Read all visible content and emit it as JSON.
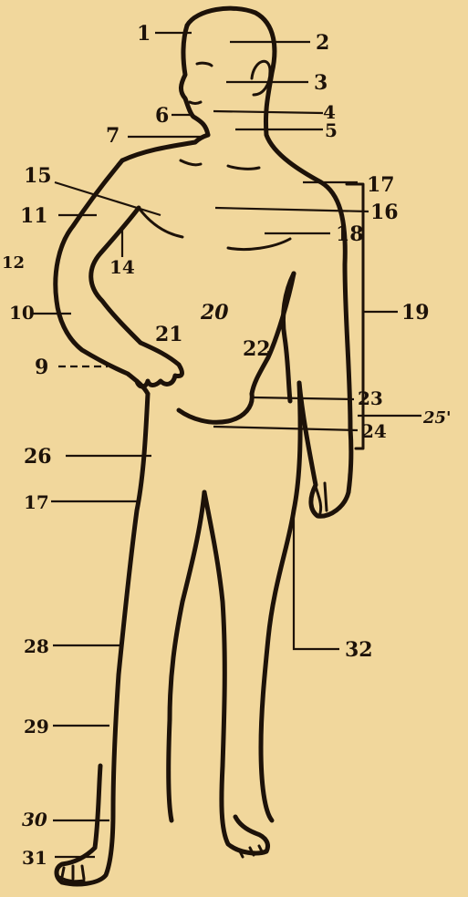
{
  "figure": {
    "background": "#f1d79c",
    "ink": "#1d1209",
    "subject": "standing-male-figure-outline",
    "callouts": [
      {
        "id": "c1",
        "label": "1"
      },
      {
        "id": "c2",
        "label": "2"
      },
      {
        "id": "c3",
        "label": "3"
      },
      {
        "id": "c4",
        "label": "4"
      },
      {
        "id": "c5",
        "label": "5"
      },
      {
        "id": "c6",
        "label": "6"
      },
      {
        "id": "c7",
        "label": "7"
      },
      {
        "id": "c9",
        "label": "9"
      },
      {
        "id": "c10",
        "label": "10"
      },
      {
        "id": "c11",
        "label": "11"
      },
      {
        "id": "c12",
        "label": "12"
      },
      {
        "id": "c14",
        "label": "14"
      },
      {
        "id": "c15",
        "label": "15"
      },
      {
        "id": "c16",
        "label": "16"
      },
      {
        "id": "c17a",
        "label": "17"
      },
      {
        "id": "c17b",
        "label": "17"
      },
      {
        "id": "c18",
        "label": "18"
      },
      {
        "id": "c19",
        "label": "19"
      },
      {
        "id": "c20",
        "label": "20"
      },
      {
        "id": "c21",
        "label": "21"
      },
      {
        "id": "c22",
        "label": "22"
      },
      {
        "id": "c23",
        "label": "23"
      },
      {
        "id": "c24",
        "label": "24"
      },
      {
        "id": "c25",
        "label": "25'"
      },
      {
        "id": "c26",
        "label": "26"
      },
      {
        "id": "c28",
        "label": "28"
      },
      {
        "id": "c29",
        "label": "29"
      },
      {
        "id": "c30",
        "label": "30"
      },
      {
        "id": "c31",
        "label": "31"
      },
      {
        "id": "c32",
        "label": "32"
      }
    ]
  }
}
